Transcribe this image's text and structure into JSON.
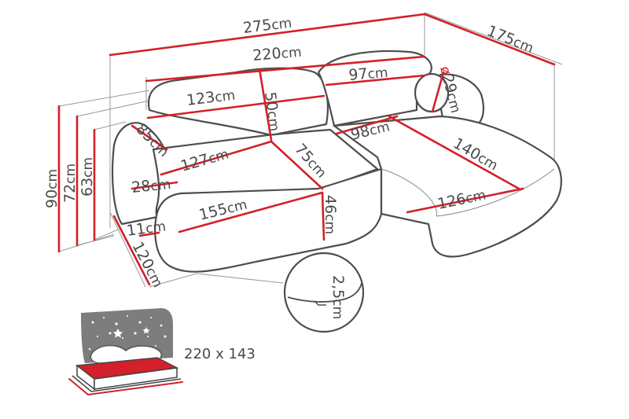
{
  "colors": {
    "dimension_line": "#d3202a",
    "outline": "#4d4d4d",
    "text": "#4a4a4a",
    "bed_surface": "#d3202a",
    "bed_backdrop": "#7d7d7d"
  },
  "dimensions": {
    "total_width": "275",
    "total_depth": "175",
    "seat_width": "220",
    "chaise_back_width": "97",
    "left_back_width": "123",
    "back_height_inner": "50",
    "armrest_depth": "85",
    "seat_depth": "127",
    "cushion_depth": "75",
    "chaise_inner_width": "98",
    "chaise_length": "140",
    "armrest_width": "28",
    "seat_front_width": "155",
    "seat_height": "46",
    "chaise_front_width": "126",
    "arm_inset": "11",
    "left_depth": "120",
    "pillow_diameter": "29",
    "foot_height": "2,5",
    "height_total": "90",
    "height_back": "72",
    "height_arm": "63",
    "unit": "cm",
    "diameter_symbol": "ø"
  },
  "bed": {
    "size": "220 x 143",
    "icon": "sleeping-area-icon"
  }
}
